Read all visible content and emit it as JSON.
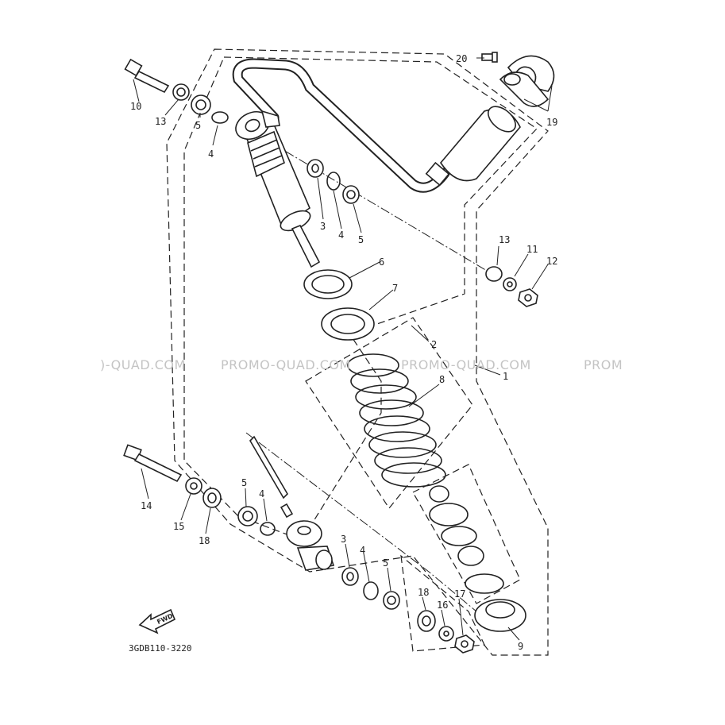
{
  "diagram": {
    "code": "3GDB110-3220",
    "fwd_label": "FWD",
    "watermarks": [
      ")-QUAD.COM",
      "PROMO-QUAD.COM",
      "PROMO-QUAD.COM",
      "PROM"
    ],
    "callouts": {
      "c1": "1",
      "c2": "2",
      "c3a": "3",
      "c3b": "3",
      "c4a": "4",
      "c4b": "4",
      "c4c": "4",
      "c4d": "4",
      "c5a": "5",
      "c5b": "5",
      "c5c": "5",
      "c5d": "5",
      "c6": "6",
      "c7": "7",
      "c8": "8",
      "c9": "9",
      "c10": "10",
      "c11": "11",
      "c12": "12",
      "c13a": "13",
      "c13b": "13",
      "c14": "14",
      "c15": "15",
      "c16": "16",
      "c17": "17",
      "c18a": "18",
      "c18b": "18",
      "c19": "19",
      "c20": "20"
    }
  }
}
